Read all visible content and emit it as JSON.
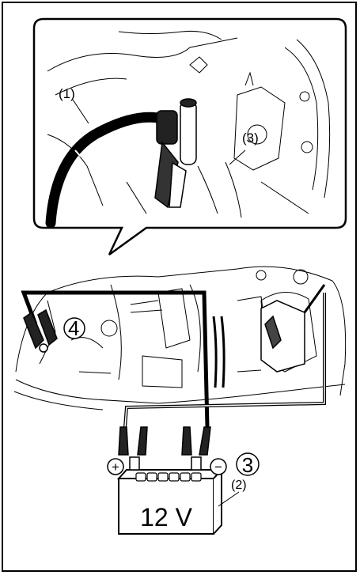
{
  "callouts": {
    "cable_label": "(1)",
    "battery_label": "(2)",
    "ground_point_label": "(3)"
  },
  "steps": {
    "step_four": "4",
    "step_three": "3"
  },
  "battery": {
    "voltage": "12 V",
    "positive_symbol": "+",
    "negative_symbol": "−"
  }
}
